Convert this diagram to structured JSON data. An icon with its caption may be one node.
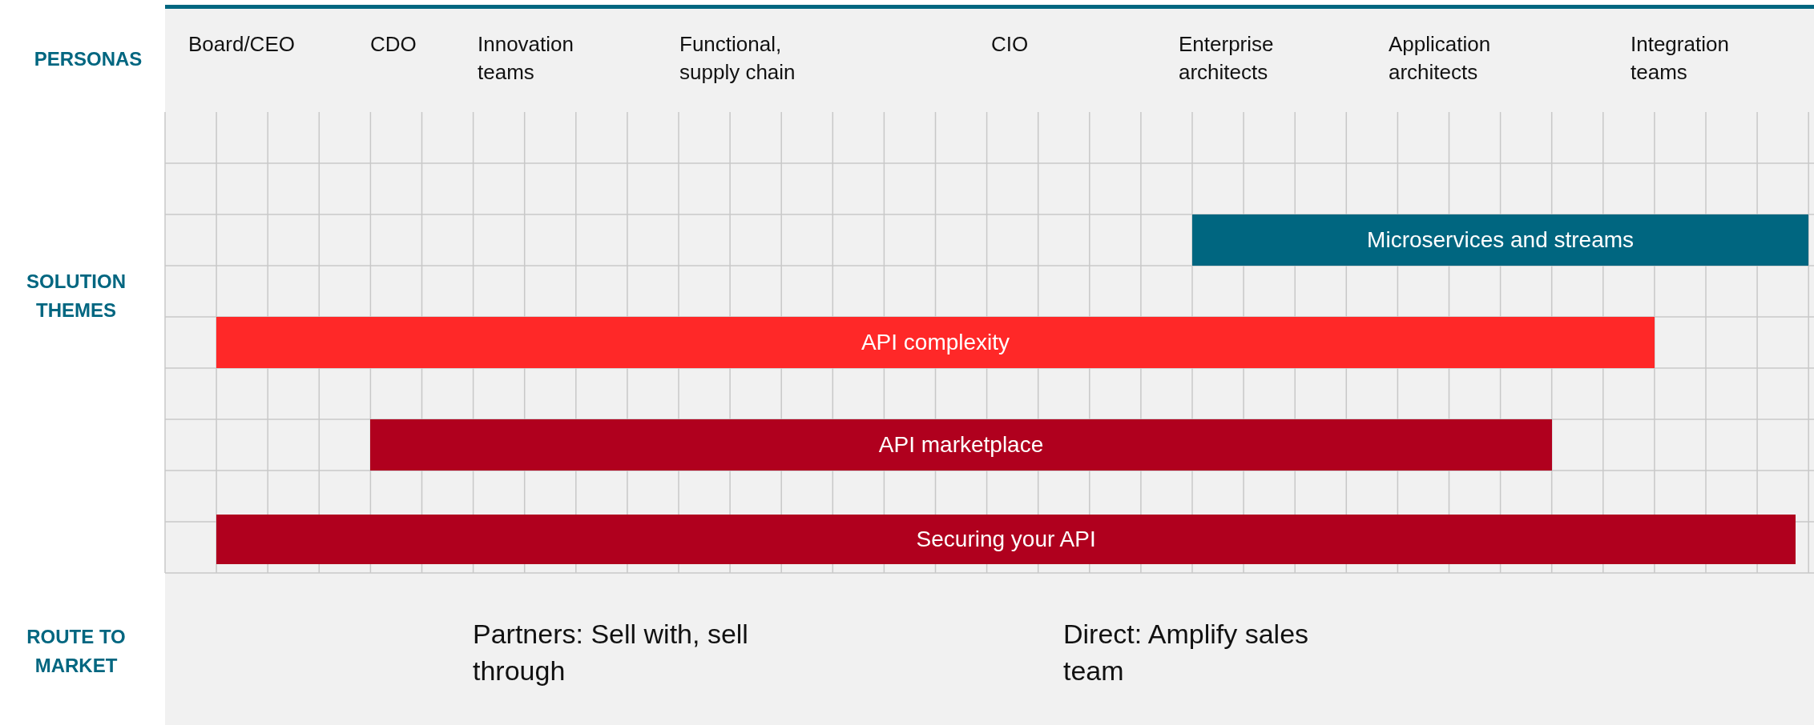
{
  "diagram": {
    "nodes": [
      {
        "text": [
          "Microservices and streams"
        ]
      },
      {
        "text": [
          "API complexity"
        ]
      },
      {
        "text": [
          "API marketplace"
        ]
      },
      {
        "text": [
          "Securing your API"
        ]
      }
    ],
    "labels": [
      "PERSONAS",
      "Board/CEO",
      "CDO",
      "Innovation teams",
      "Functional, supply chain",
      "CIO",
      "Enterprise architects",
      "Application architects",
      "Integration teams",
      "SOLUTION THEMES",
      "ROUTE TO MARKET",
      "Partners: Sell with, sell through",
      "Direct: Amplify sales team"
    ]
  }
}
